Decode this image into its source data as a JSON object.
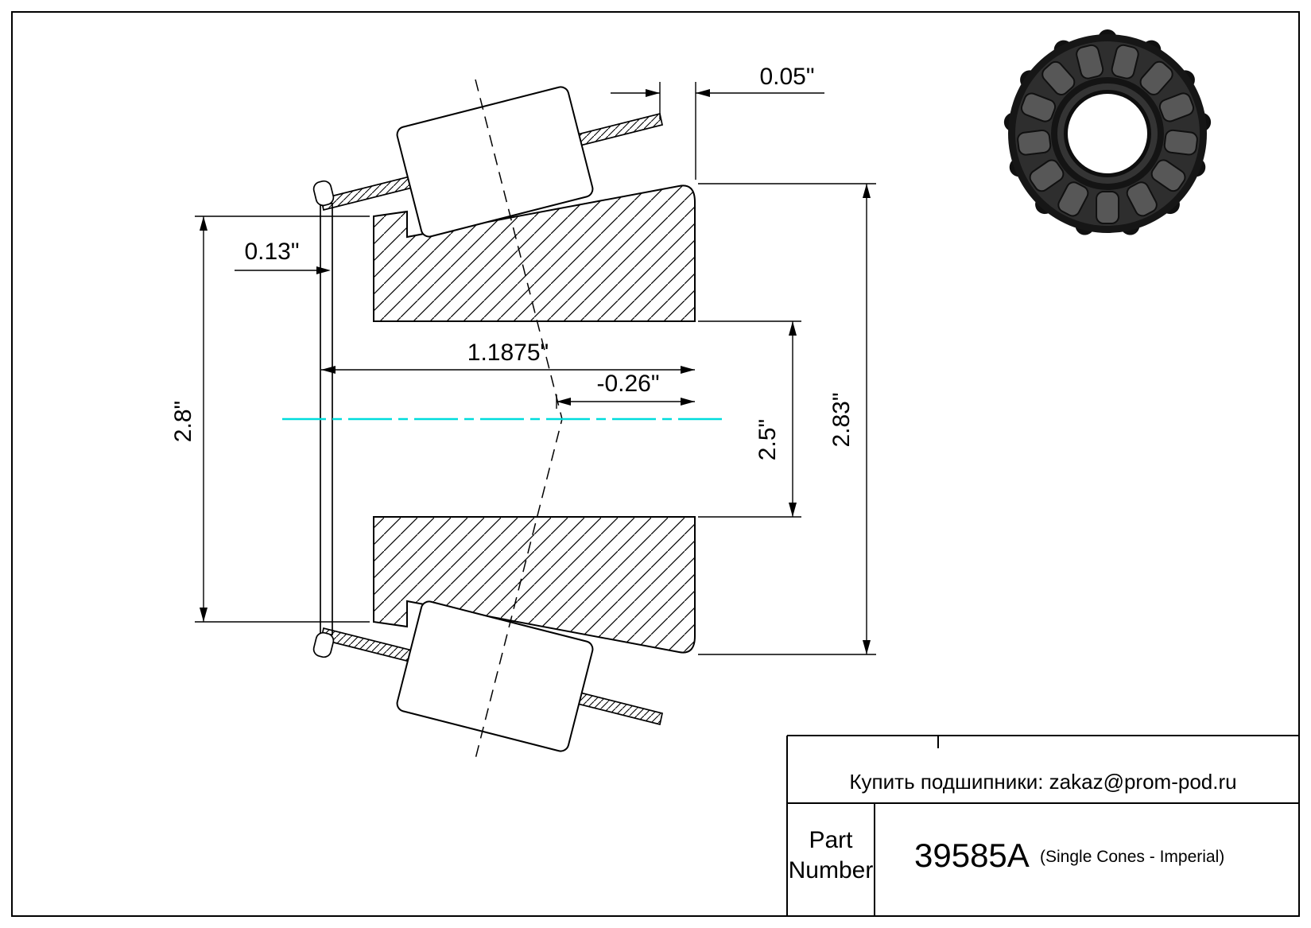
{
  "drawing": {
    "type": "tapered-roller-bearing-single-cone-cross-section",
    "centerline_color": "#00dcdc",
    "dimensions": {
      "cage_standout": "0.05\"",
      "cage_thickness": "0.13\"",
      "cone_width": "1.1875\"",
      "apex_offset": "-0.26\"",
      "bore": "2.5\"",
      "outer_right": "2.83\"",
      "front_rib": "2.8\""
    }
  },
  "title_block": {
    "contact_line": "Купить подшипники: zakaz@prom-pod.ru",
    "part_label_line1": "Part",
    "part_label_line2": "Number",
    "part_number": "39585A",
    "part_series": "(Single Cones - Imperial)"
  }
}
